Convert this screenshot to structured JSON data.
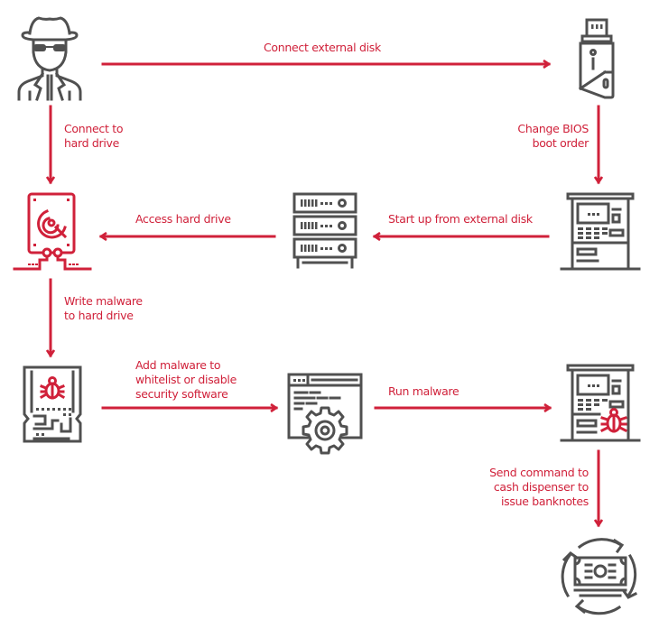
{
  "diagram": {
    "title": "",
    "colors": {
      "accent": "#d0213a",
      "icon": "#505050",
      "background": "#ffffff"
    },
    "nodes": [
      {
        "id": "attacker",
        "icon": "spy-icon",
        "label": ""
      },
      {
        "id": "usb",
        "icon": "usb-drive-icon",
        "label": ""
      },
      {
        "id": "atm1",
        "icon": "atm-icon",
        "label": ""
      },
      {
        "id": "server",
        "icon": "server-rack-icon",
        "label": ""
      },
      {
        "id": "hdd",
        "icon": "hard-drive-icon",
        "label": ""
      },
      {
        "id": "memory",
        "icon": "infected-memory-icon",
        "label": ""
      },
      {
        "id": "software",
        "icon": "software-settings-icon",
        "label": ""
      },
      {
        "id": "atm2",
        "icon": "infected-atm-icon",
        "label": ""
      },
      {
        "id": "cash",
        "icon": "cash-cycle-icon",
        "label": ""
      }
    ],
    "edges": [
      {
        "from": "attacker",
        "to": "usb",
        "label": "Connect external disk"
      },
      {
        "from": "usb",
        "to": "atm1",
        "label": "Change BIOS\nboot order"
      },
      {
        "from": "atm1",
        "to": "server",
        "label": "Start up from external disk"
      },
      {
        "from": "server",
        "to": "hdd",
        "label": "Access hard drive"
      },
      {
        "from": "attacker",
        "to": "hdd",
        "label": "Connect to\nhard drive"
      },
      {
        "from": "hdd",
        "to": "memory",
        "label": "Write malware\nto hard drive"
      },
      {
        "from": "memory",
        "to": "software",
        "label": "Add malware to\nwhitelist or disable\nsecurity software"
      },
      {
        "from": "software",
        "to": "atm2",
        "label": "Run malware"
      },
      {
        "from": "atm2",
        "to": "cash",
        "label": "Send command to\ncash dispenser to\nissue banknotes"
      }
    ]
  }
}
